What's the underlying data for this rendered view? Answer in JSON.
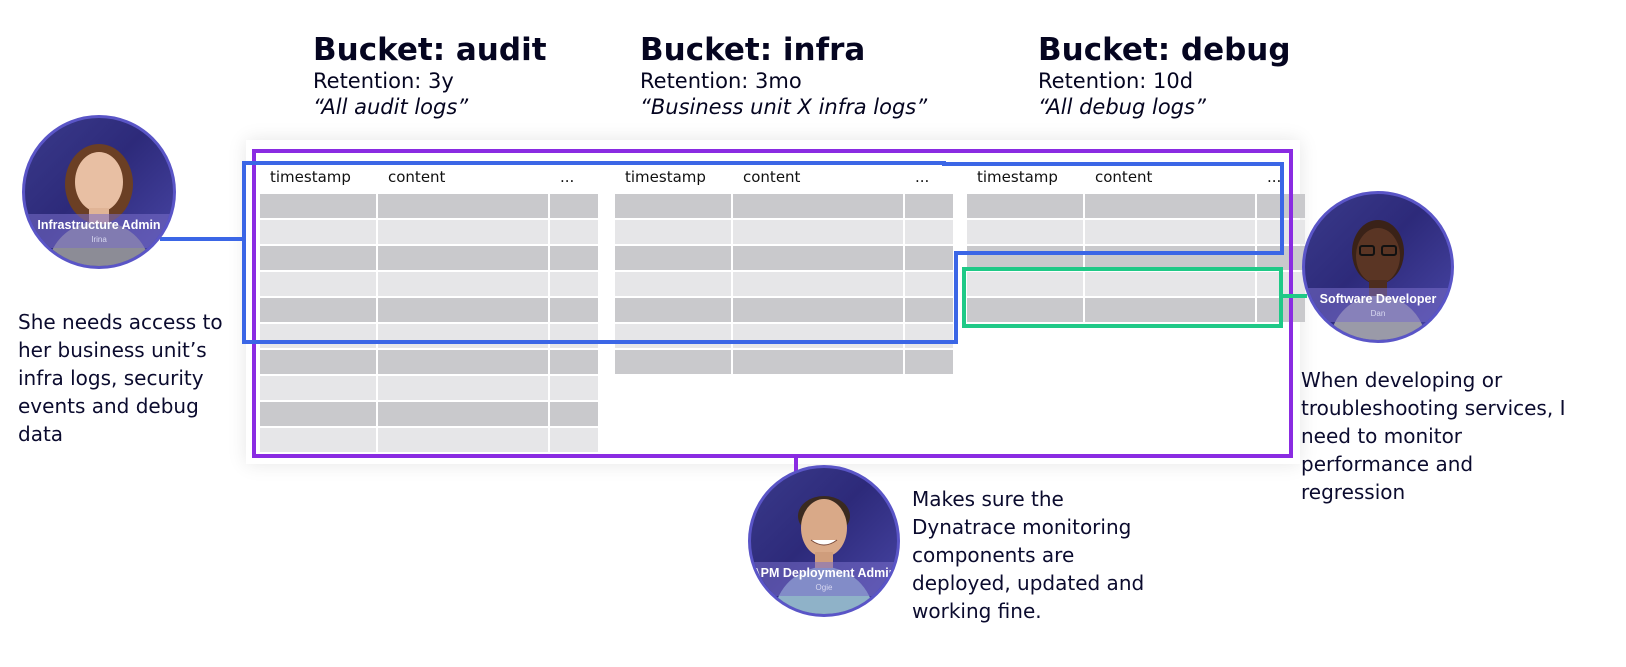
{
  "buckets": [
    {
      "title": "Bucket: audit",
      "retention": "Retention: 3y",
      "description": "“All audit logs”"
    },
    {
      "title": "Bucket: infra",
      "retention": "Retention: 3mo",
      "description": "“Business unit X infra logs”"
    },
    {
      "title": "Bucket: debug",
      "retention": "Retention: 10d",
      "description": "“All debug logs”"
    }
  ],
  "table_columns": [
    "timestamp",
    "content",
    "..."
  ],
  "personas": [
    {
      "role": "Infrastructure Admin",
      "name": "Irina",
      "text": "She needs access to her business unit’s infra logs, security events and debug data"
    },
    {
      "role": "Software Developer",
      "name": "Dan",
      "text": "When developing or troubleshooting services, I need to monitor performance and regression"
    },
    {
      "role": "APM Deployment Admin",
      "name": "Ogie",
      "text": "Makes sure the Dynatrace monitoring components are deployed, updated and working fine."
    }
  ],
  "colors": {
    "blue": "#3b66e6",
    "purple": "#8a2be2",
    "green": "#1fc987",
    "avatar_border": "#5a55c7"
  },
  "icons": [
    "person-portrait",
    "person-portrait",
    "person-portrait"
  ]
}
